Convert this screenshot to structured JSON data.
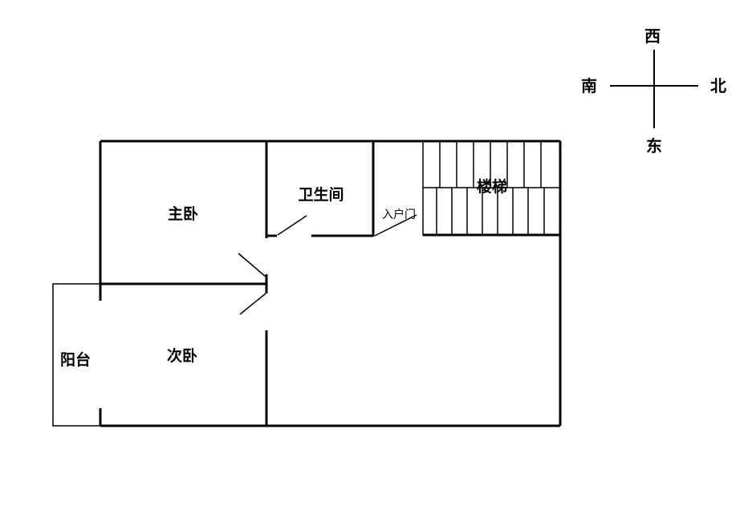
{
  "compass": {
    "north": "北",
    "south": "南",
    "east": "东",
    "west": "西"
  },
  "rooms": {
    "master_bedroom": "主卧",
    "bathroom": "卫生间",
    "entrance_door": "入户门",
    "stairs": "楼梯",
    "second_bedroom": "次卧",
    "balcony": "阳台"
  }
}
